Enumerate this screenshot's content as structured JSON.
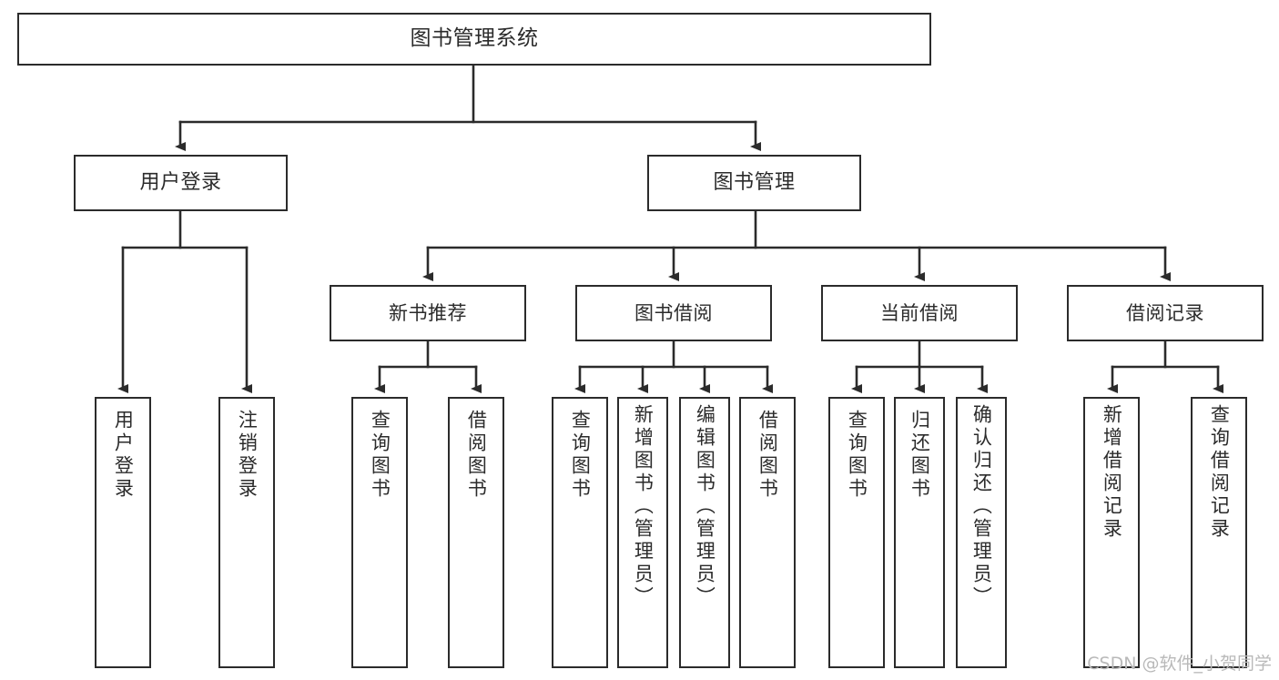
{
  "diagram": {
    "type": "tree-hierarchy-chart",
    "title": "图书管理系统",
    "root": {
      "id": "root",
      "label": "图书管理系统"
    },
    "level2": [
      {
        "id": "user-login",
        "label": "用户登录"
      },
      {
        "id": "book-management",
        "label": "图书管理"
      }
    ],
    "level3": [
      {
        "id": "new-book-recommend",
        "label": "新书推荐",
        "parent": "book-management"
      },
      {
        "id": "book-borrow",
        "label": "图书借阅",
        "parent": "book-management"
      },
      {
        "id": "current-borrow",
        "label": "当前借阅",
        "parent": "book-management"
      },
      {
        "id": "borrow-record",
        "label": "借阅记录",
        "parent": "book-management"
      }
    ],
    "leaves": [
      {
        "id": "leaf-user-login",
        "label": "用户登录",
        "parent": "user-login"
      },
      {
        "id": "leaf-logout-login",
        "label": "注销登录",
        "parent": "user-login"
      },
      {
        "id": "leaf-query-book-1",
        "label": "查询图书",
        "parent": "new-book-recommend"
      },
      {
        "id": "leaf-borrow-book-1",
        "label": "借阅图书",
        "parent": "new-book-recommend"
      },
      {
        "id": "leaf-query-book-2",
        "label": "查询图书",
        "parent": "book-borrow"
      },
      {
        "id": "leaf-add-book",
        "label": "新增图书（管理员）",
        "parent": "book-borrow"
      },
      {
        "id": "leaf-edit-book",
        "label": "编辑图书（管理员）",
        "parent": "book-borrow"
      },
      {
        "id": "leaf-borrow-book-2",
        "label": "借阅图书",
        "parent": "book-borrow"
      },
      {
        "id": "leaf-query-book-3",
        "label": "查询图书",
        "parent": "current-borrow"
      },
      {
        "id": "leaf-return-book",
        "label": "归还图书",
        "parent": "current-borrow"
      },
      {
        "id": "leaf-confirm-return",
        "label": "确认归还（管理员）",
        "parent": "current-borrow"
      },
      {
        "id": "leaf-add-record",
        "label": "新增借阅记录",
        "parent": "borrow-record"
      },
      {
        "id": "leaf-query-record",
        "label": "查询借阅记录",
        "parent": "borrow-record"
      }
    ],
    "colors": {
      "stroke": "#2b2b2b",
      "fill": "#ffffff",
      "text": "#2b2b2b",
      "watermark": "#b9b9b9"
    }
  },
  "watermark": {
    "text": "CSDN @软件_小贺同学"
  }
}
